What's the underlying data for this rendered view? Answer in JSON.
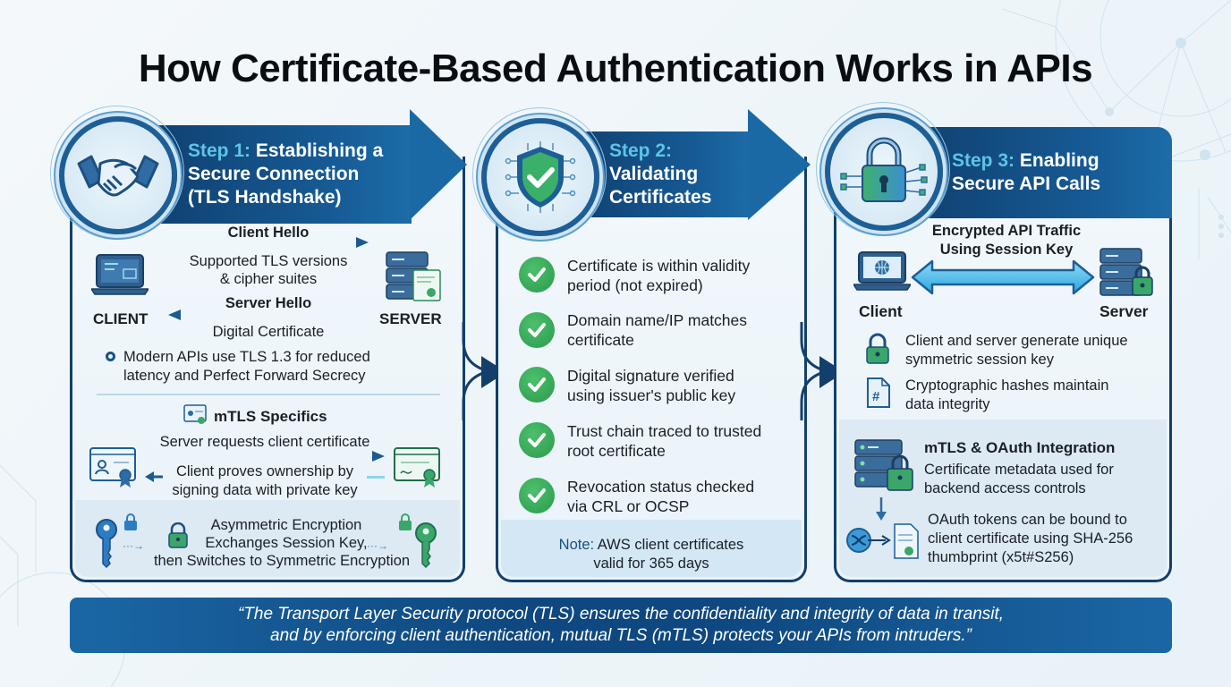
{
  "title": "How Certificate-Based Authentication Works in APIs",
  "colors": {
    "navy": "#123f6b",
    "banner_blue": "#165a94",
    "step_accent": "#5ec4e6",
    "check_green": "#2a9a4c",
    "panel_bg": "#eef5fa",
    "note_bg": "#d3e7f5"
  },
  "step1": {
    "step_label": "Step 1:",
    "title_line1": "Establishing a",
    "title_line2": "Secure Connection",
    "title_line3": "(TLS Handshake)",
    "icon": "handshake-icon",
    "client_label": "CLIENT",
    "server_label": "SERVER",
    "client_hello": "Client Hello",
    "client_hello_detail_1": "Supported TLS versions",
    "client_hello_detail_2": "& cipher suites",
    "server_hello": "Server Hello",
    "server_hello_detail": "Digital Certificate",
    "bullet_line1": "Modern APIs use TLS 1.3 for reduced",
    "bullet_line2": "latency and Perfect Forward Secrecy",
    "mtls_heading": "mTLS Specifics",
    "mtls_request": "Server requests client certificate",
    "mtls_proof_1": "Client proves ownership by",
    "mtls_proof_2": "signing data with private key",
    "encryption_line1": "Asymmetric Encryption",
    "encryption_line2": "Exchanges Session Key,",
    "encryption_line3": "then Switches to Symmetric Encryption"
  },
  "step2": {
    "step_label": "Step 2:",
    "title_line1": "Validating",
    "title_line2": "Certificates",
    "icon": "shield-check-icon",
    "checks": [
      {
        "line1": "Certificate is within validity",
        "line2": "period (not expired)"
      },
      {
        "line1": "Domain name/IP matches",
        "line2": "certificate"
      },
      {
        "line1": "Digital signature verified",
        "line2": "using issuer's public key"
      },
      {
        "line1": "Trust chain traced to trusted",
        "line2": "root certificate"
      },
      {
        "line1": "Revocation status checked",
        "line2": "via CRL or OCSP"
      }
    ],
    "note_label": "Note:",
    "note_line1": " AWS client certificates",
    "note_line2": "valid for 365 days"
  },
  "step3": {
    "step_label": "Step 3:",
    "title_line1": "Enabling",
    "title_line2": "Secure API Calls",
    "icon": "padlock-circuit-icon",
    "traffic_line1": "Encrypted API Traffic",
    "traffic_line2": "Using Session Key",
    "client_label": "Client",
    "server_label": "Server",
    "point1_line1": "Client and server generate unique",
    "point1_line2": "symmetric session key",
    "point2_line1": "Cryptographic hashes maintain",
    "point2_line2": "data integrity",
    "integration_heading": "mTLS & OAuth Integration",
    "integration_line1": "Certificate metadata used for",
    "integration_line2": "backend access controls",
    "oauth_line1": "OAuth tokens can be bound to",
    "oauth_line2": "client certificate using SHA-256",
    "oauth_line3": "thumbprint (x5t#S256)"
  },
  "quote": {
    "line1": "“The Transport Layer Security protocol (TLS) ensures the confidentiality and integrity of data in transit,",
    "line2": "and by enforcing client authentication, mutual TLS (mTLS) protects your APIs from intruders.”"
  }
}
